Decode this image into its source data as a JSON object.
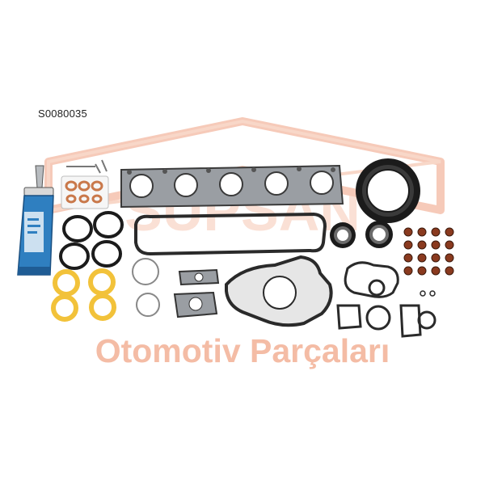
{
  "product": {
    "code": "S0080035"
  },
  "watermark": {
    "brand": "SUPSAN",
    "tagline": "Otomotiv Parçaları",
    "color": "#f0a080"
  },
  "colors": {
    "gasket_dark": "#2a2a2a",
    "gasket_metal": "#9a9ea3",
    "copper_washer": "#c9784a",
    "yellow_ring": "#f2c23a",
    "valve_seal": "#8a3a1f",
    "tube_blue": "#2f7fc0",
    "oil_seal_black": "#1b1b1b"
  }
}
